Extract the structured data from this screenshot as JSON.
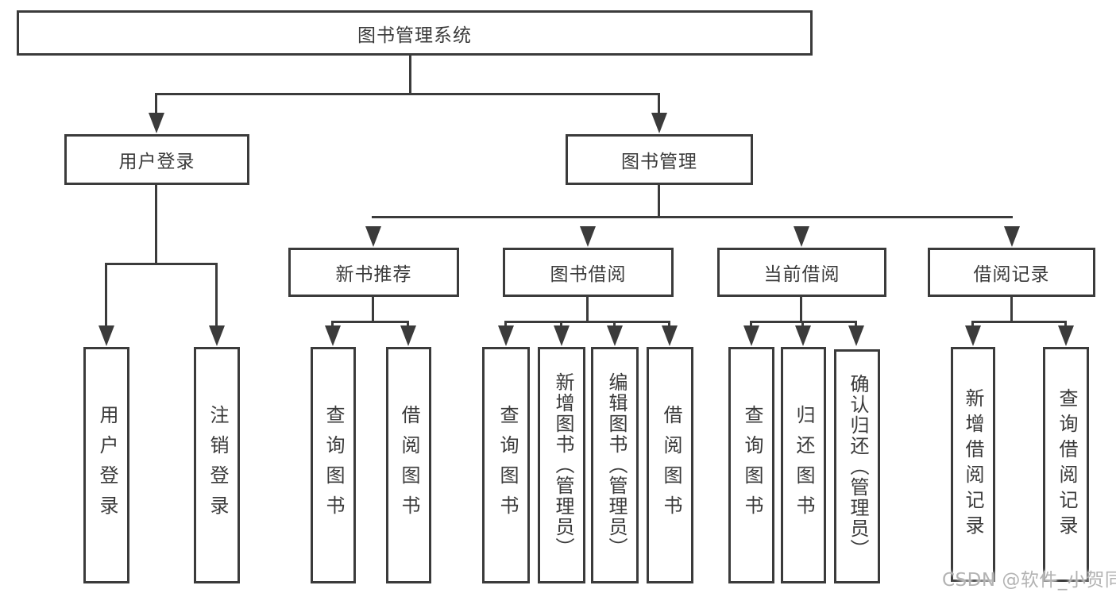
{
  "tree": {
    "root": "图书管理系统",
    "branches": [
      {
        "label": "用户登录",
        "children": [
          "用户登录",
          "注销登录"
        ]
      },
      {
        "label": "图书管理",
        "children": [
          {
            "label": "新书推荐",
            "children": [
              "查询图书",
              "借阅图书"
            ]
          },
          {
            "label": "图书借阅",
            "children": [
              "查询图书",
              "新增图书（管理员）",
              "编辑图书（管理员）",
              "借阅图书"
            ]
          },
          {
            "label": "当前借阅",
            "children": [
              "查询图书",
              "归还图书",
              "确认归还（管理员）"
            ]
          },
          {
            "label": "借阅记录",
            "children": [
              "新增借阅记录",
              "查询借阅记录"
            ]
          }
        ]
      }
    ]
  },
  "colors": {
    "line": "#3b3b3b",
    "text": "#3a3a3a",
    "watermark": "#b3b3b3"
  },
  "watermark": {
    "text": "CSDN @软件_小贺同学"
  }
}
